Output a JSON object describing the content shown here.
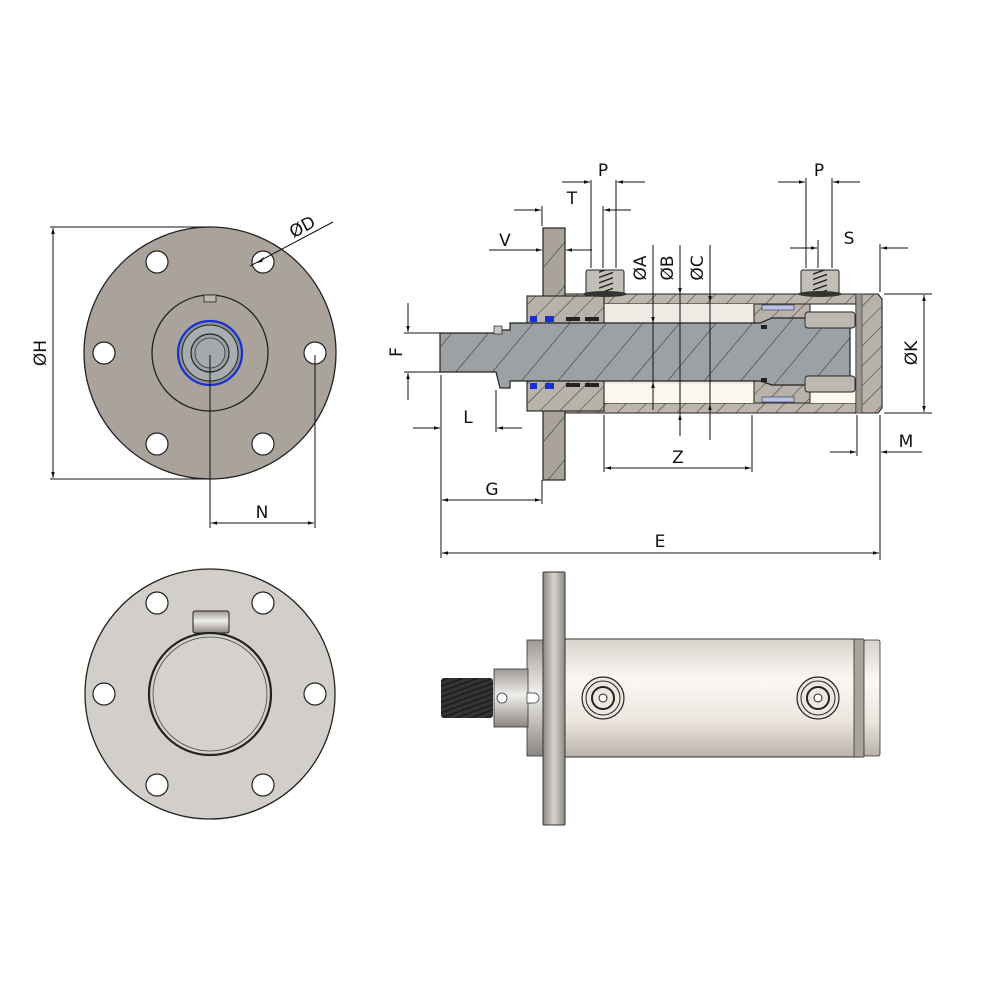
{
  "drawing": {
    "type": "hydraulic cylinder with front flange — dimensional drawing",
    "views": [
      "front-view-flange-end",
      "section-view",
      "rear-view",
      "side-view-3d"
    ]
  },
  "labels": {
    "phi_D": "ØD",
    "phi_H": "ØH",
    "N": "N",
    "P_front": "P",
    "T": "T",
    "V": "V",
    "phi_A": "ØA",
    "phi_B": "ØB",
    "phi_C": "ØC",
    "P_rear": "P",
    "S": "S",
    "phi_K": "ØK",
    "F": "F",
    "L": "L",
    "Z": "Z",
    "M": "M",
    "G": "G",
    "E": "E"
  },
  "colors": {
    "flange": "#a9a39c",
    "flange_light": "#d2cec9",
    "rod": "#9a9fa2",
    "body_section": "#b8b2ab",
    "bore": "#f6f2e6",
    "seal_blue": "#1a2fd0",
    "seal_light": "#b9c1ea",
    "barrel_light": "#f3ede6",
    "thread_dark": "#222222"
  }
}
